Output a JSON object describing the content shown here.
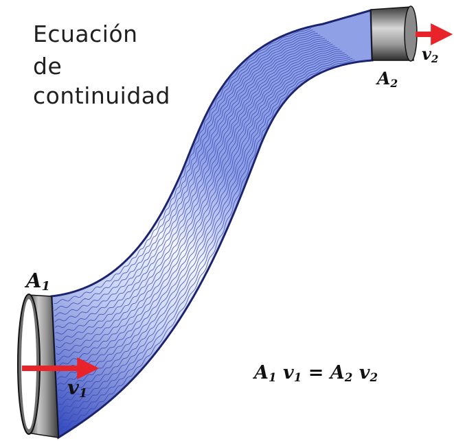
{
  "title": {
    "line1": "Ecuación",
    "line2": "de",
    "line3": "continuidad"
  },
  "labels": {
    "a1": {
      "sym": "A",
      "sub": "1"
    },
    "a2": {
      "sym": "A",
      "sub": "2"
    },
    "v1": {
      "sym": "v",
      "sub": "1"
    },
    "v2": {
      "sym": "v",
      "sub": "2"
    }
  },
  "equation": {
    "a1": "A",
    "a1_sub": "1",
    "v1": " v",
    "v1_sub": "1",
    "eq": " = ",
    "a2": "A",
    "a2_sub": "2",
    "v2": " v",
    "v2_sub": "2"
  },
  "colors": {
    "tube_dark": "#1c2470",
    "tube_light": "#ffffff",
    "arrow": "#e8232a",
    "pipe_gray": "#5a5a5a"
  }
}
